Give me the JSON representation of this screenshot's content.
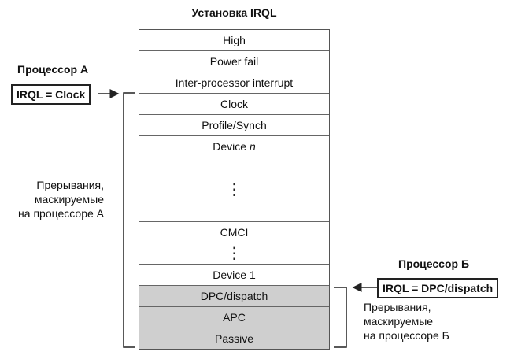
{
  "title": "Установка IRQL",
  "levels": [
    {
      "label": "High",
      "shaded": false
    },
    {
      "label": "Power fail",
      "shaded": false
    },
    {
      "label": "Inter-processor interrupt",
      "shaded": false
    },
    {
      "label": "Clock",
      "shaded": false
    },
    {
      "label": "Profile/Synch",
      "shaded": false
    },
    {
      "label": "Device ",
      "label_italic": "n",
      "shaded": false
    },
    {
      "label": "⋮",
      "shaded": false
    },
    {
      "label": "CMCI",
      "shaded": false
    },
    {
      "label": "⋮",
      "shaded": false
    },
    {
      "label": "Device 1",
      "shaded": false
    },
    {
      "label": "DPC/dispatch",
      "shaded": true
    },
    {
      "label": "APC",
      "shaded": true
    },
    {
      "label": "Passive",
      "shaded": true
    }
  ],
  "processor_a": {
    "label": "Процессор А",
    "irql": "IRQL = Clock",
    "note_lines": [
      "Прерывания,",
      "маскируемые",
      "на процессоре А"
    ]
  },
  "processor_b": {
    "label": "Процессор Б",
    "irql": "IRQL = DPC/dispatch",
    "note_lines": [
      "Прерывания,",
      "маскируемые",
      "на процессоре Б"
    ]
  },
  "colors": {
    "shaded_level": "#cfcfcf",
    "line": "#222222"
  }
}
